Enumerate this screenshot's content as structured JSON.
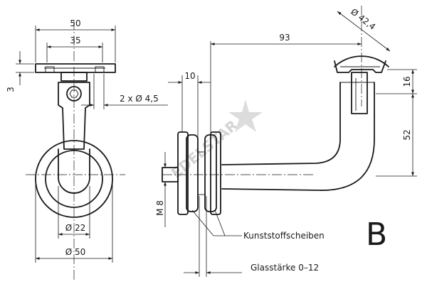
{
  "view_letter": "B",
  "watermark": "EDELSTAR",
  "front_view": {
    "dims": {
      "plate_width": "50",
      "plate_inner": "35",
      "plate_thickness": "3",
      "holes": "2 x Ø 4,5",
      "ring_inner": "Ø 22",
      "ring_outer": "Ø 50"
    }
  },
  "side_view": {
    "dims": {
      "rail_diameter": "Ø 42,4",
      "projection": "93",
      "disc_width": "10",
      "saddle_height": "16",
      "arm_height": "52",
      "thread": "M 8"
    },
    "labels": {
      "plastic_discs": "Kunststoffscheiben",
      "glass_thickness": "Glasstärke 0–12"
    }
  }
}
